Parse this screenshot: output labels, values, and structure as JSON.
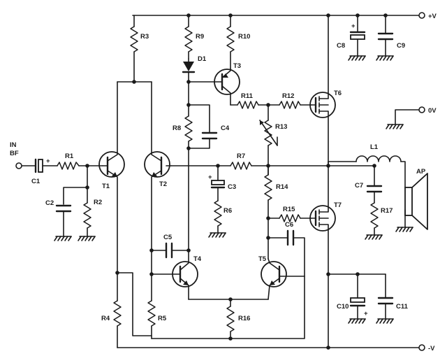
{
  "rails": {
    "positive": "+V",
    "negative": "-V",
    "zero": "0V"
  },
  "input": {
    "line1": "IN",
    "line2": "BF"
  },
  "parts": {
    "R1": "R1",
    "R2": "R2",
    "R3": "R3",
    "R4": "R4",
    "R5": "R5",
    "R6": "R6",
    "R7": "R7",
    "R8": "R8",
    "R9": "R9",
    "R10": "R10",
    "R11": "R11",
    "R12": "R12",
    "R13": "R13",
    "R14": "R14",
    "R15": "R15",
    "R16": "R16",
    "R17": "R17",
    "C1": "C1",
    "C2": "C2",
    "C3": "C3",
    "C4": "C4",
    "C5": "C5",
    "C6": "C6",
    "C7": "C7",
    "C8": "C8",
    "C9": "C9",
    "C10": "C10",
    "C11": "C11",
    "T1": "T1",
    "T2": "T2",
    "T3": "T3",
    "T4": "T4",
    "T5": "T5",
    "T6": "T6",
    "T7": "T7",
    "D1": "D1",
    "L1": "L1",
    "AP": "AP"
  },
  "polarity_mark": "+"
}
